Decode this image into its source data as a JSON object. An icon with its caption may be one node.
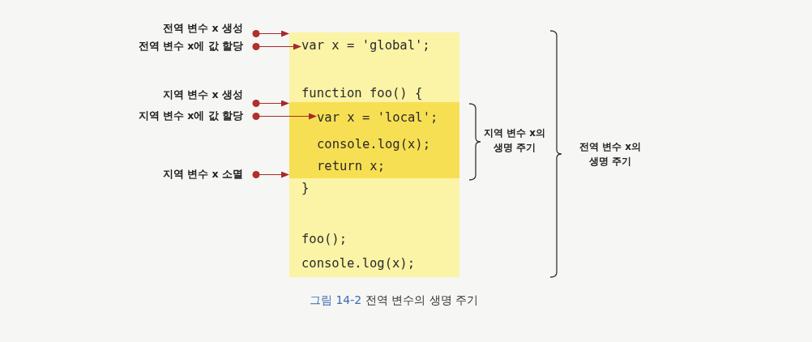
{
  "diagram": {
    "caption": "**그림 14-2** 전역 변수의 생명 주기",
    "nodes": [
      {
        "text": [],
        "shape": "box"
      },
      {
        "text": [
          "var x = 'global';"
        ],
        "in": 0
      },
      {
        "text": [
          "function foo() {"
        ],
        "in": 0
      },
      {
        "text": [],
        "shape": "box",
        "in": 0
      },
      {
        "text": [
          "var x = 'local';"
        ],
        "in": 3
      },
      {
        "text": [
          "console.log(x);"
        ],
        "in": 3
      },
      {
        "text": [
          "return x;"
        ],
        "in": 3
      },
      {
        "text": [
          "}"
        ],
        "in": 0
      },
      {
        "text": [
          "foo();"
        ],
        "in": 0
      },
      {
        "text": [
          "console.log(x);"
        ],
        "in": 0
      },
      {
        "text": [
          "전역 변수 x 생성"
        ]
      },
      {
        "text": [
          "전역 변수 x에 값 할당"
        ]
      },
      {
        "text": [
          "지역 변수 x 생성"
        ]
      },
      {
        "text": [
          "지역 변수 x에 값 할당"
        ]
      },
      {
        "text": [
          "지역 변수 x 소멸"
        ]
      }
    ],
    "edges": [
      {
        "from": 10,
        "to": 0,
        "arrow": "to"
      },
      {
        "from": 11,
        "to": 1,
        "arrow": "to"
      },
      {
        "from": 12,
        "to": 3,
        "arrow": "to"
      },
      {
        "from": 13,
        "to": 4,
        "arrow": "to"
      },
      {
        "from": 14,
        "to": 3,
        "arrow": "to"
      }
    ],
    "labels": [
      "지역 변수 x의 생명 주기",
      "전역 변수 x의 생명 주기"
    ]
  }
}
